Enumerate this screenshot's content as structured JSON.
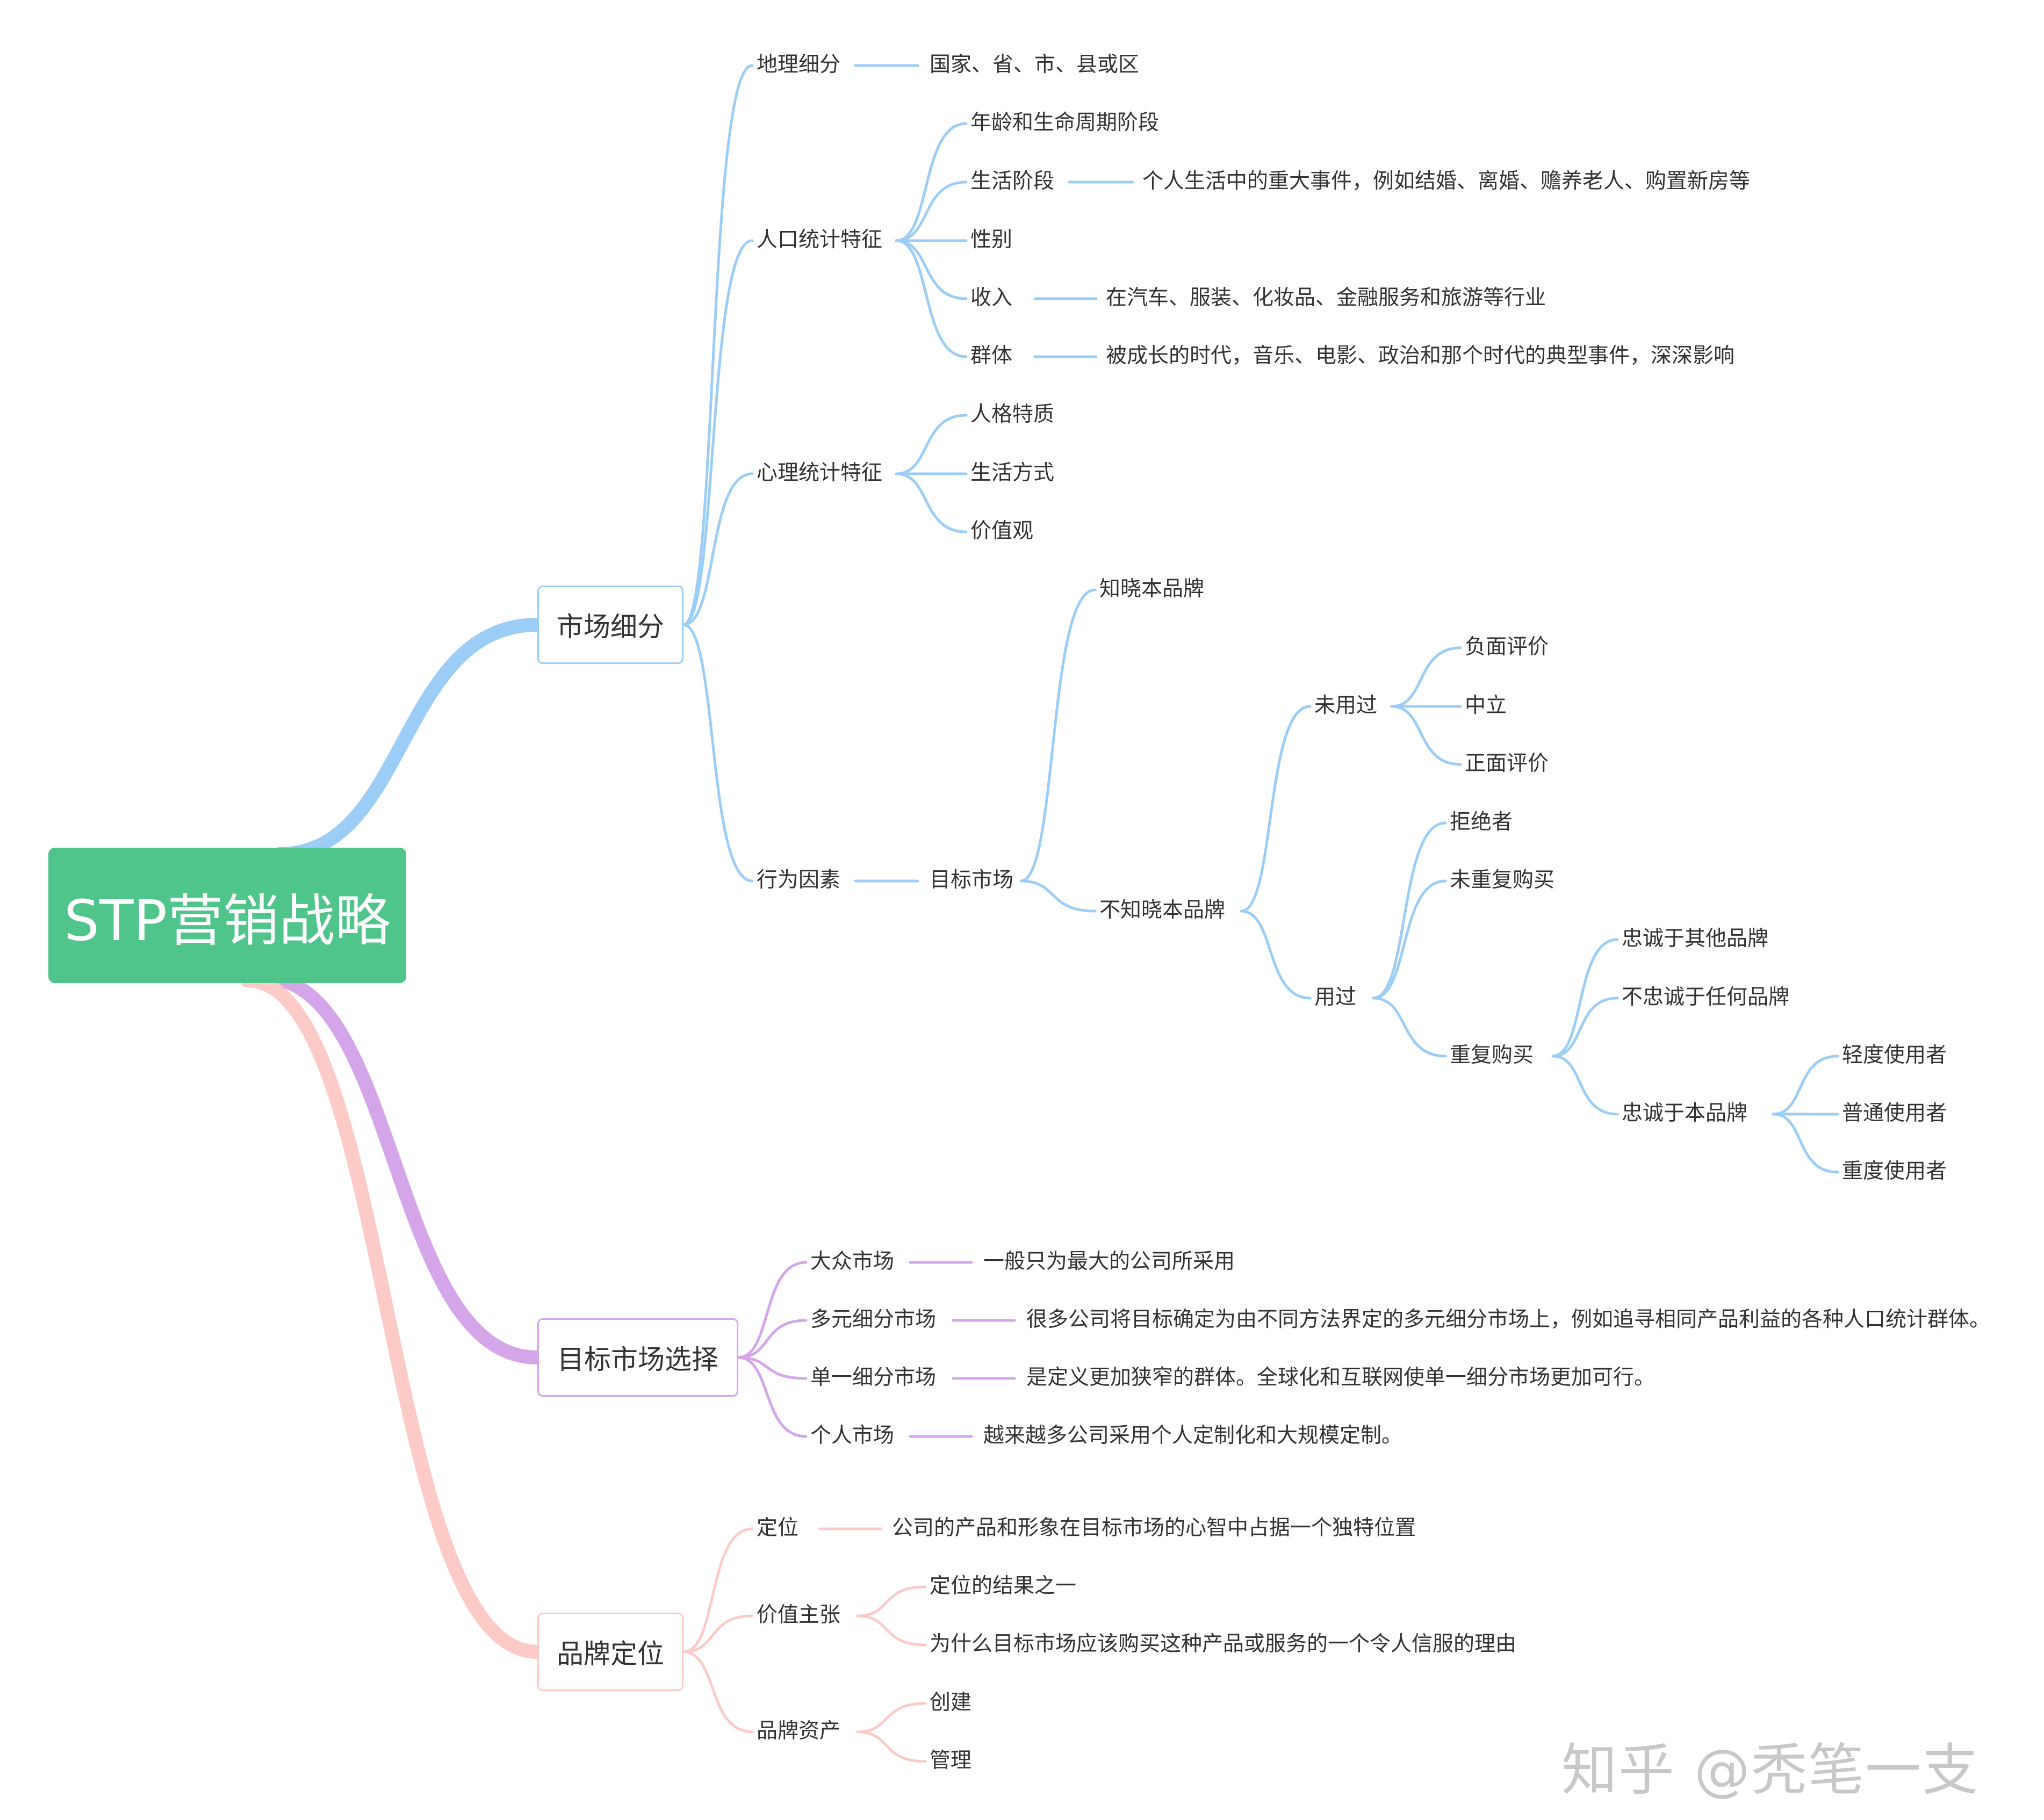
{
  "root": {
    "label": "STP营销战略"
  },
  "branches": {
    "segmentation": {
      "label": "市场细分",
      "color": "#9ccdf6",
      "geo": {
        "label": "地理细分",
        "detail": "国家、省、市、县或区"
      },
      "demo": {
        "label": "人口统计特征",
        "items": [
          {
            "label": "年龄和生命周期阶段"
          },
          {
            "label": "生活阶段",
            "detail": "个人生活中的重大事件，例如结婚、离婚、赡养老人、购置新房等"
          },
          {
            "label": "性别"
          },
          {
            "label": "收入",
            "detail": "在汽车、服装、化妆品、金融服务和旅游等行业"
          },
          {
            "label": "群体",
            "detail": "被成长的时代，音乐、电影、政治和那个时代的典型事件，深深影响"
          }
        ]
      },
      "psycho": {
        "label": "心理统计特征",
        "items": [
          "人格特质",
          "生活方式",
          "价值观"
        ]
      },
      "behavior": {
        "label": "行为因素",
        "target": "目标市场",
        "aware": "知晓本品牌",
        "unaware": "不知晓本品牌",
        "not_used": {
          "label": "未用过",
          "items": [
            "负面评价",
            "中立",
            "正面评价"
          ]
        },
        "used": {
          "label": "用过",
          "rejecter": "拒绝者",
          "no_repeat": "未重复购买",
          "repeat": {
            "label": "重复购买",
            "loyal_other": "忠诚于其他品牌",
            "not_loyal": "不忠诚于任何品牌",
            "loyal_this": {
              "label": "忠诚于本品牌",
              "items": [
                "轻度使用者",
                "普通使用者",
                "重度使用者"
              ]
            }
          }
        }
      }
    },
    "targeting": {
      "label": "目标市场选择",
      "color": "#d4a5e8",
      "items": [
        {
          "label": "大众市场",
          "detail": "一般只为最大的公司所采用"
        },
        {
          "label": "多元细分市场",
          "detail": "很多公司将目标确定为由不同方法界定的多元细分市场上，例如追寻相同产品利益的各种人口统计群体。"
        },
        {
          "label": "单一细分市场",
          "detail": "是定义更加狭窄的群体。全球化和互联网使单一细分市场更加可行。"
        },
        {
          "label": "个人市场",
          "detail": "越来越多公司采用个人定制化和大规模定制。"
        }
      ]
    },
    "positioning": {
      "label": "品牌定位",
      "color": "#fccbc8",
      "position": {
        "label": "定位",
        "detail": "公司的产品和形象在目标市场的心智中占据一个独特位置"
      },
      "value": {
        "label": "价值主张",
        "items": [
          "定位的结果之一",
          "为什么目标市场应该购买这种产品或服务的一个令人信服的理由"
        ]
      },
      "equity": {
        "label": "品牌资产",
        "items": [
          "创建",
          "管理"
        ]
      }
    }
  },
  "watermark": "知乎 @秃笔一支"
}
